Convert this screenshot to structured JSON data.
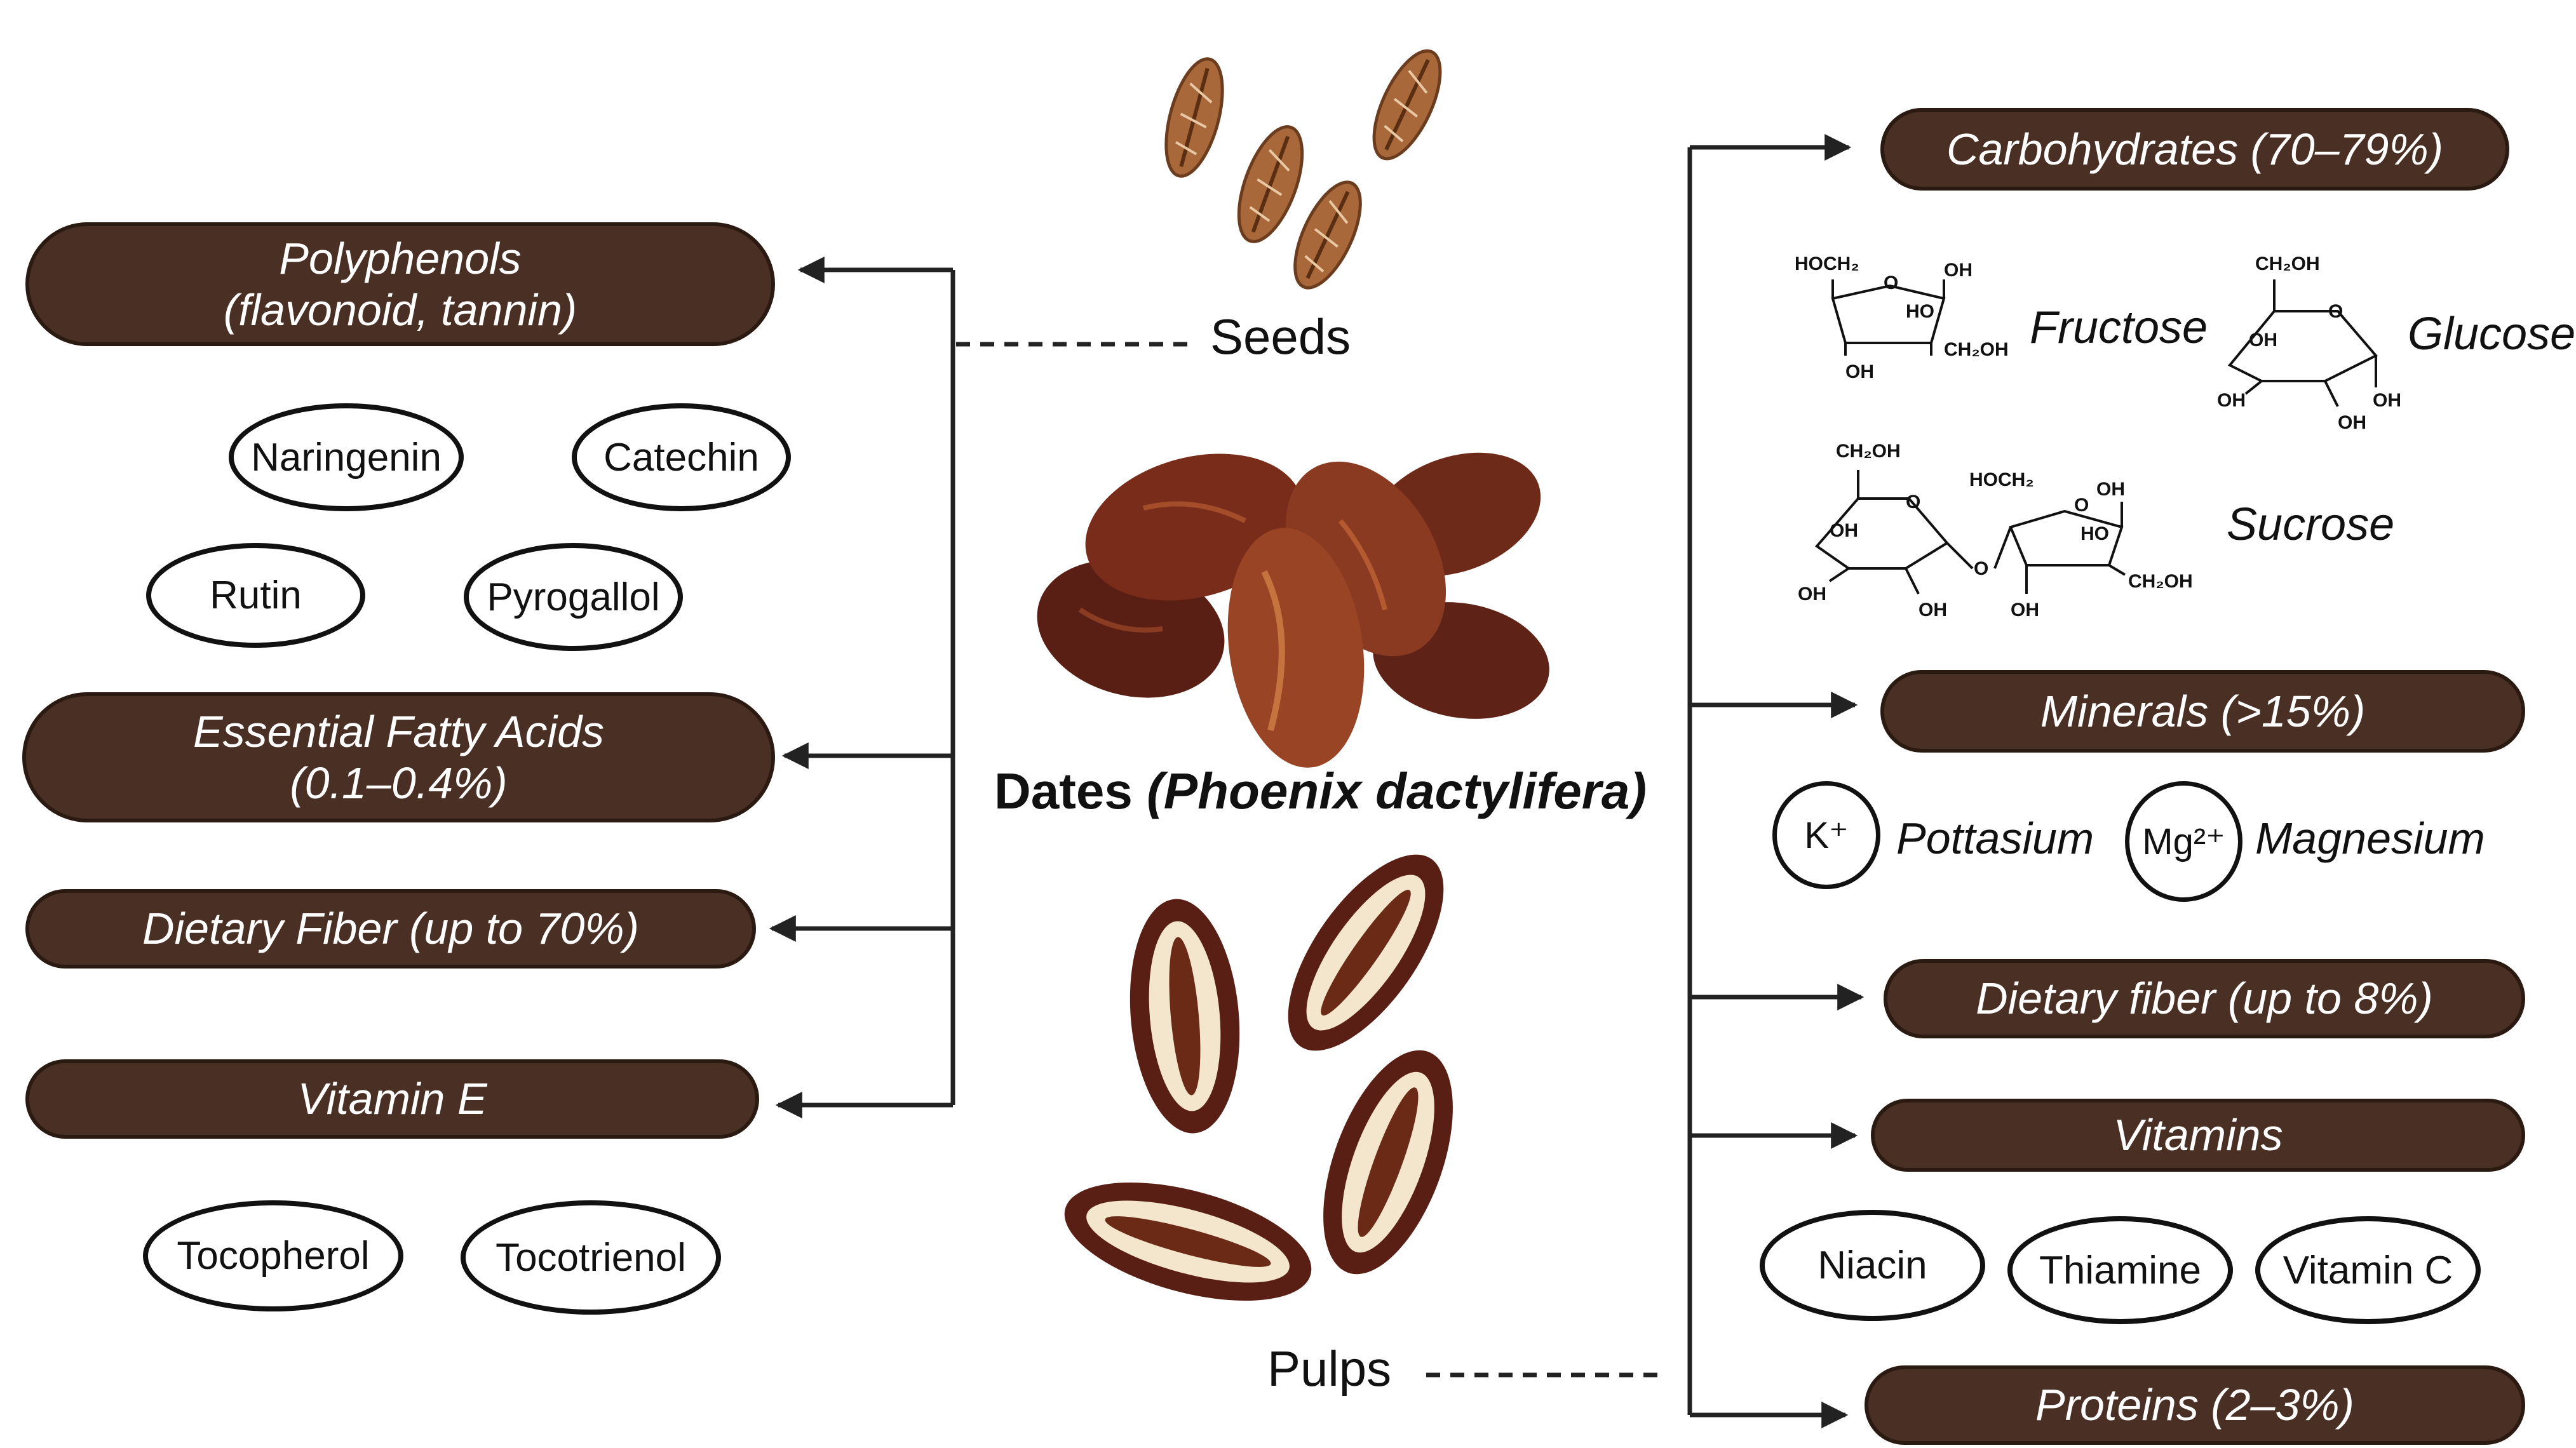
{
  "center": {
    "seeds_label": "Seeds",
    "pulps_label": "Pulps",
    "title_main": "Dates",
    "title_species": "(Phoenix dactylifera)"
  },
  "left": {
    "polyphenols": {
      "line1": "Polyphenols",
      "line2": "(flavonoid, tannin)"
    },
    "polyphenol_examples": [
      "Naringenin",
      "Catechin",
      "Rutin",
      "Pyrogallol"
    ],
    "fatty_acids": {
      "line1": "Essential Fatty Acids",
      "line2": "(0.1–0.4%)"
    },
    "dietary_fiber": "Dietary Fiber (up to 70%)",
    "vitamin_e": "Vitamin E",
    "vitamin_e_examples": [
      "Tocopherol",
      "Tocotrienol"
    ]
  },
  "right": {
    "carbohydrates": "Carbohydrates (70–79%)",
    "sugars": [
      "Fructose",
      "Glucose",
      "Sucrose"
    ],
    "chem": {
      "hoch2": "HOCH₂",
      "oh": "OH",
      "ho": "HO",
      "ch2oh": "CH₂OH",
      "o": "O"
    },
    "minerals": "Minerals (>15%)",
    "ions": [
      {
        "symbol": "K⁺",
        "name": "Pottasium"
      },
      {
        "symbol": "Mg²⁺",
        "name": "Magnesium"
      }
    ],
    "dietary_fiber": "Dietary fiber (up to 8%)",
    "vitamins": "Vitamins",
    "vitamin_examples": [
      "Niacin",
      "Thiamine",
      "Vitamin C"
    ],
    "proteins": "Proteins (2–3%)"
  },
  "colors": {
    "pill_fill": "#4a2f24",
    "pill_border": "#2b1a12",
    "date_dark": "#5a1f14",
    "date_mid": "#8b3a22",
    "date_flesh": "#f3e6cc",
    "seed": "#a8683a"
  }
}
